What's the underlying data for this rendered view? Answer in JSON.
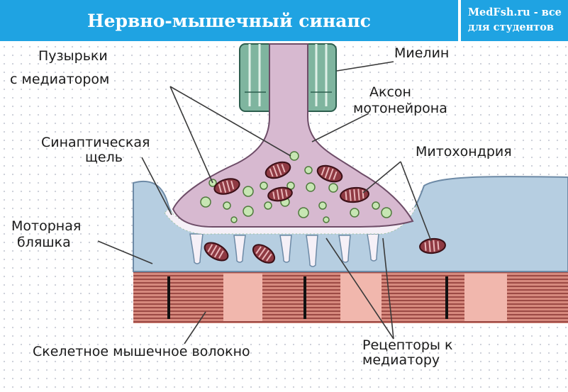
{
  "header": {
    "title": "Нервно-мышечный синапс"
  },
  "brand": {
    "line1": "MedFsh.ru - все",
    "line2": "для студентов"
  },
  "labels": {
    "vesicles_line1": "Пузырьки",
    "vesicles_line2": "с медиатором",
    "myelin": "Миелин",
    "axon_line1": "Аксон",
    "axon_line2": "мотонейрона",
    "cleft_line1": "Синаптическая",
    "cleft_line2": "щель",
    "mitochondria": "Митохондрия",
    "plaque_line1": "Моторная",
    "plaque_line2": "бляшка",
    "muscle_fiber": "Скелетное мышечное волокно",
    "receptors_line1": "Рецепторы к",
    "receptors_line2": "медиатору"
  },
  "colors": {
    "header_bg": "#1fa3e2",
    "myelin": "#7fb59f",
    "axon": "#d7b9d0",
    "plaque": "#b4cde0",
    "mitochondria": "#8f3a43",
    "vesicle": "#c7e6b3",
    "muscle_band": "#cf7f74"
  }
}
